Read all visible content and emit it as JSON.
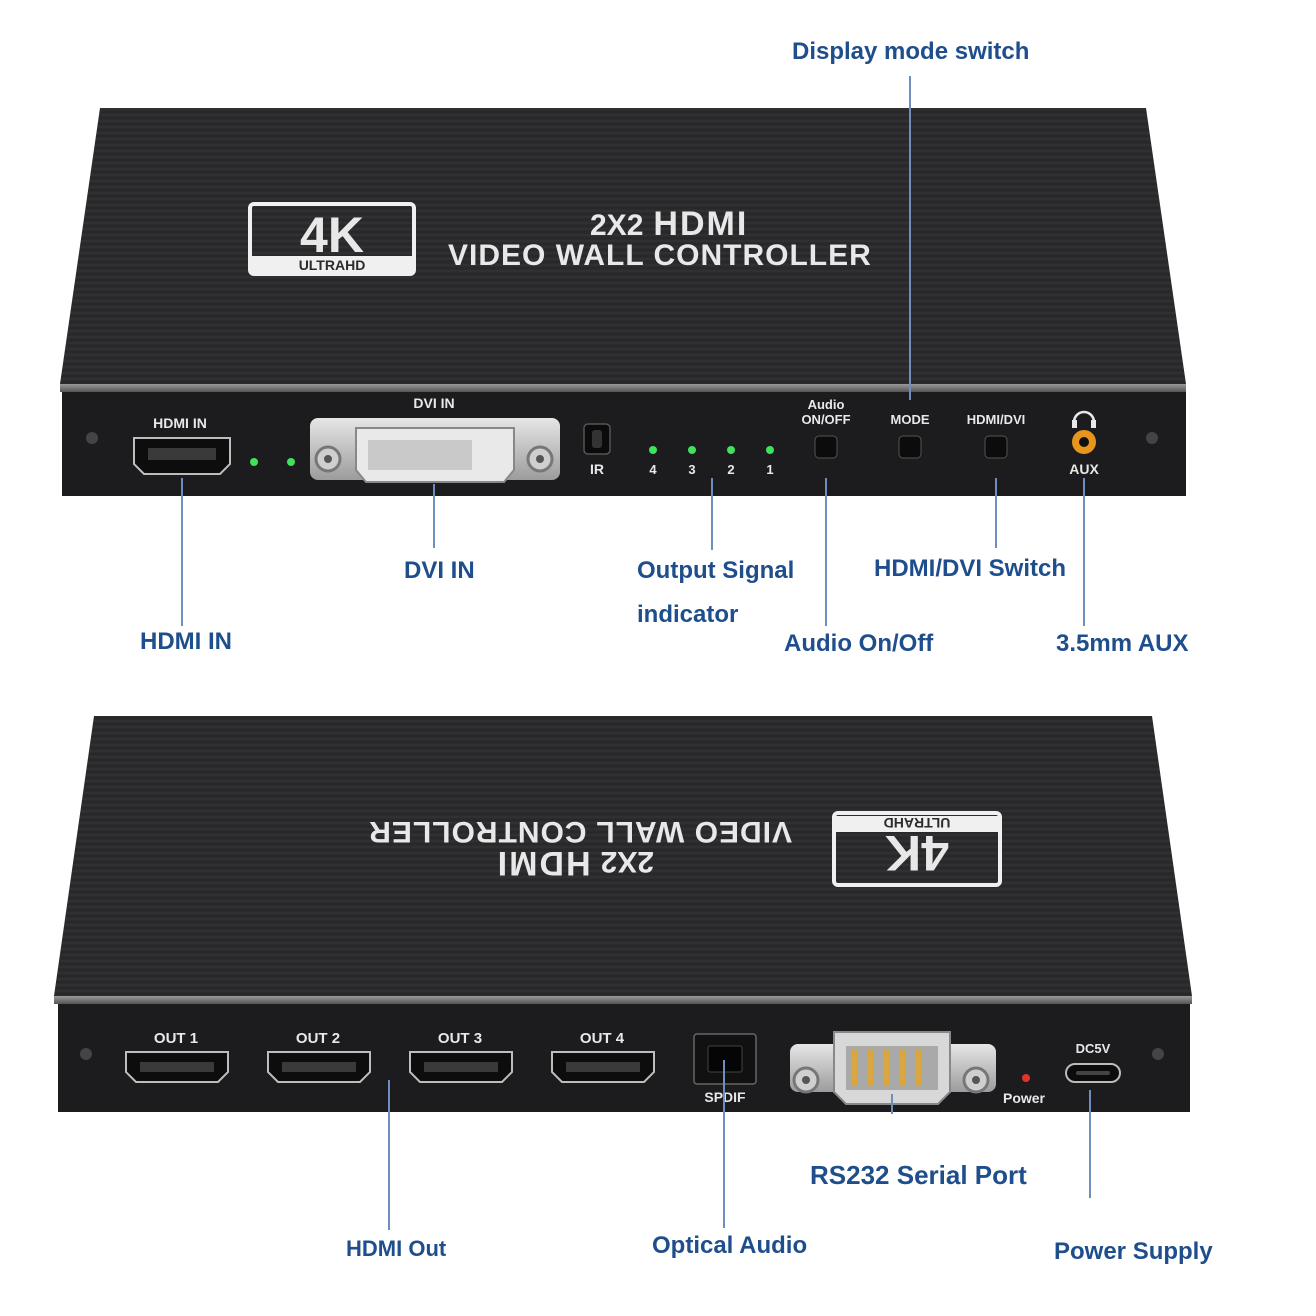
{
  "callouts": {
    "display_mode_switch": "Display mode switch",
    "hdmi_in": "HDMI IN",
    "dvi_in": "DVI IN",
    "output_signal_line1": "Output Signal",
    "output_signal_line2": "indicator",
    "audio_on_off": "Audio On/Off",
    "hdmi_dvi_switch": "HDMI/DVI Switch",
    "aux": "3.5mm AUX",
    "hdmi_out": "HDMI Out",
    "optical_audio": "Optical Audio",
    "rs232": "RS232 Serial Port",
    "power_supply": "Power Supply"
  },
  "device": {
    "badge_big": "4K",
    "badge_small": "ULTRAHD",
    "title_line1_prefix": "2X2",
    "title_line1_brand": "HDMI",
    "title_line2": "VIDEO WALL CONTROLLER"
  },
  "front_panel": {
    "hdmi_in": "HDMI IN",
    "dvi_in": "DVI IN",
    "ir": "IR",
    "leds": [
      "4",
      "3",
      "2",
      "1"
    ],
    "audio_line1": "Audio",
    "audio_line2": "ON/OFF",
    "mode": "MODE",
    "hdmi_dvi": "HDMI/DVI",
    "aux": "AUX"
  },
  "rear_panel": {
    "outputs": [
      "OUT 1",
      "OUT 2",
      "OUT 3",
      "OUT 4"
    ],
    "spdif": "SPDIF",
    "power": "Power",
    "dc": "DC5V"
  },
  "colors": {
    "callout_text": "#1f4e8c",
    "device_body": "#2a2a2c",
    "led_green": "#3fe25a",
    "led_red": "#e0332a",
    "aux_orange": "#e8951e"
  }
}
